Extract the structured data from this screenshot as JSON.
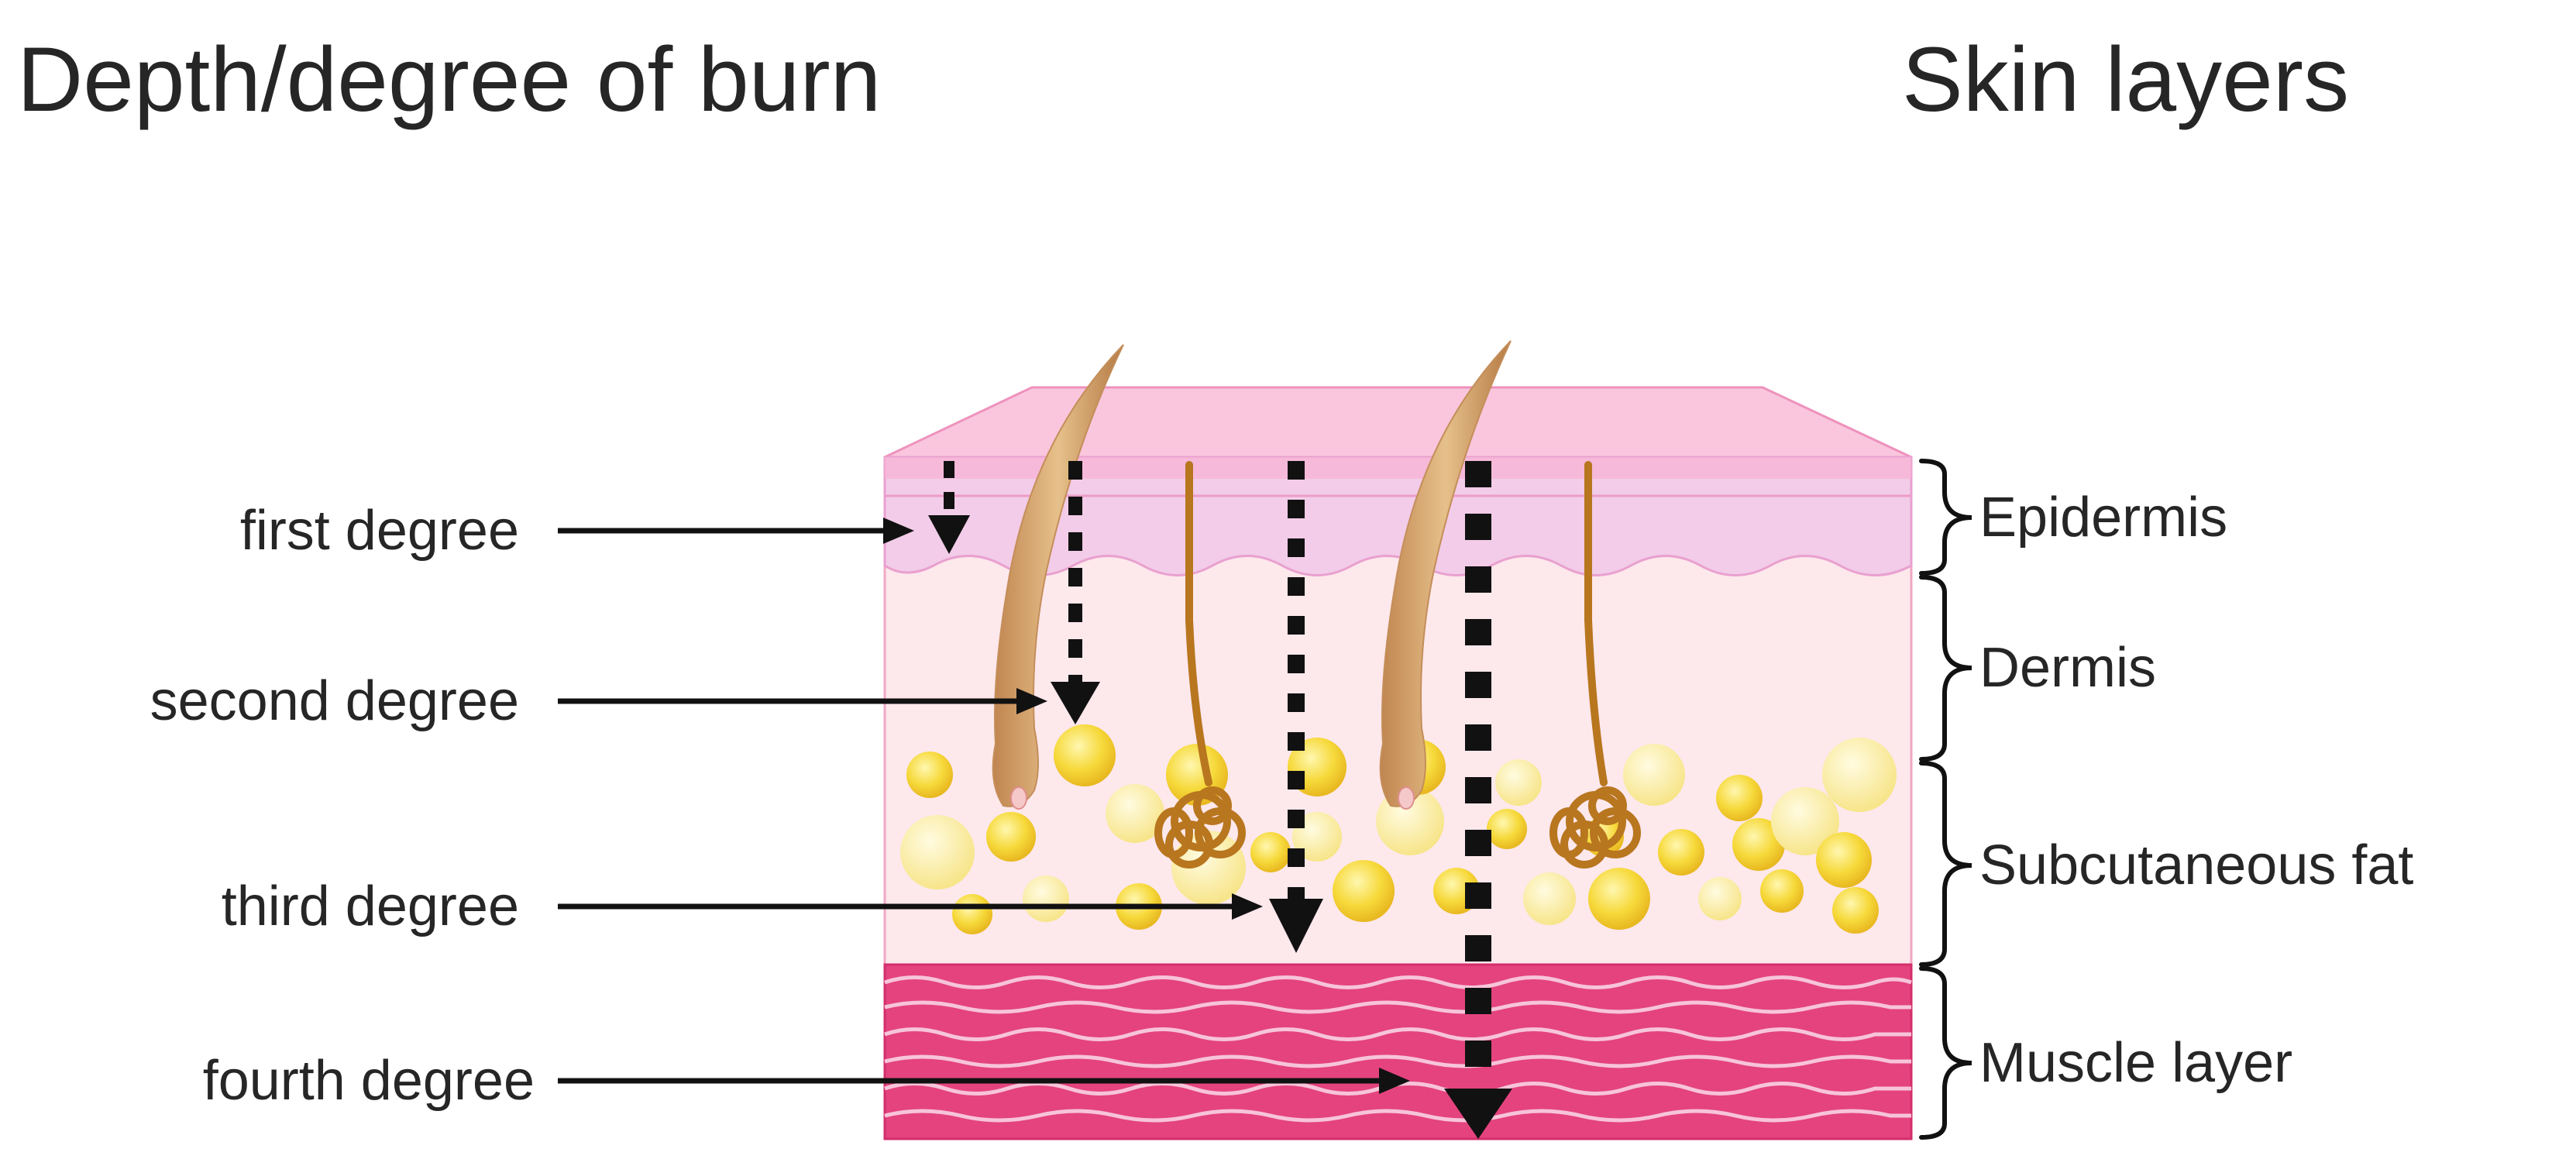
{
  "title_left": "Depth/degree of burn",
  "title_right": "Skin layers",
  "degrees": [
    {
      "label": "first degree"
    },
    {
      "label": "second degree"
    },
    {
      "label": "third degree"
    },
    {
      "label": "fourth degree"
    }
  ],
  "layers": [
    {
      "label": "Epidermis"
    },
    {
      "label": "Dermis"
    },
    {
      "label": "Subcutaneous fat"
    },
    {
      "label": "Muscle layer"
    }
  ],
  "colors": {
    "epidermis_top": "#f9c6dd",
    "epidermis_band": "#f2cce8",
    "dermis": "#fde8ec",
    "fat": "#f5d73a",
    "muscle": "#e4437e",
    "hair": "#d2a06a",
    "gland": "#c8862d",
    "arrow": "#111111"
  }
}
